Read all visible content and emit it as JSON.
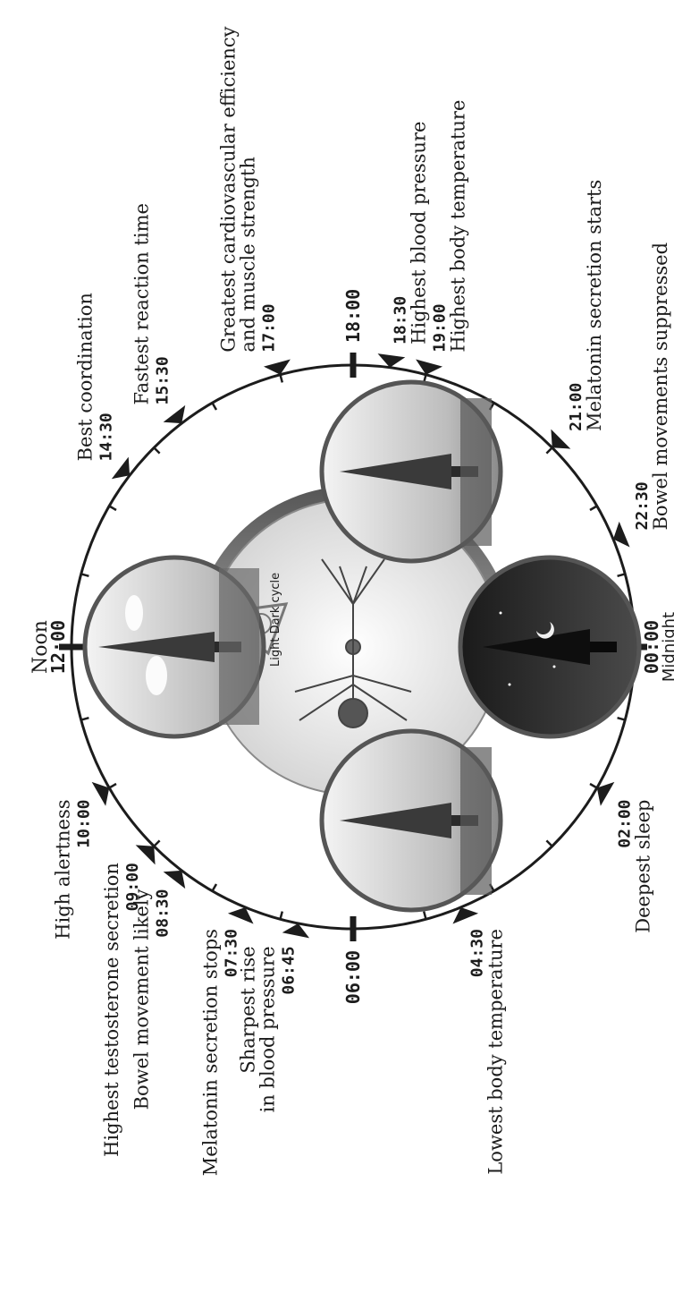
{
  "diagram": {
    "noon_label": "Noon",
    "noon_time": "12:00",
    "midnight_time": "00:00",
    "midnight_label": "Midnight",
    "six_am": "06:00",
    "six_pm": "18:00",
    "center_label": "Light Dark cycle",
    "events": [
      {
        "time": "10:00",
        "text": "High alertness"
      },
      {
        "time": "09:00",
        "text": "Highest testosterone secretion"
      },
      {
        "time": "08:30",
        "text": "Bowel movement likely"
      },
      {
        "time": "07:30",
        "text": "Melatonin secretion stops"
      },
      {
        "time": "06:45",
        "text": "Sharpest rise",
        "text2": "in blood pressure"
      },
      {
        "time": "04:30",
        "text": "Lowest body temperature"
      },
      {
        "time": "02:00",
        "text": "Deepest sleep"
      },
      {
        "time": "22:30",
        "text": "Bowel movements suppressed"
      },
      {
        "time": "21:00",
        "text": "Melatonin secretion starts"
      },
      {
        "time": "19:00",
        "text": "Highest body temperature"
      },
      {
        "time": "18:30",
        "text": "Highest blood pressure"
      },
      {
        "time": "17:00",
        "text": "Greatest cardiovascular efficiency",
        "text2": "and muscle strength"
      },
      {
        "time": "15:30",
        "text": "Fastest reaction time"
      },
      {
        "time": "14:30",
        "text": "Best coordination"
      }
    ]
  }
}
